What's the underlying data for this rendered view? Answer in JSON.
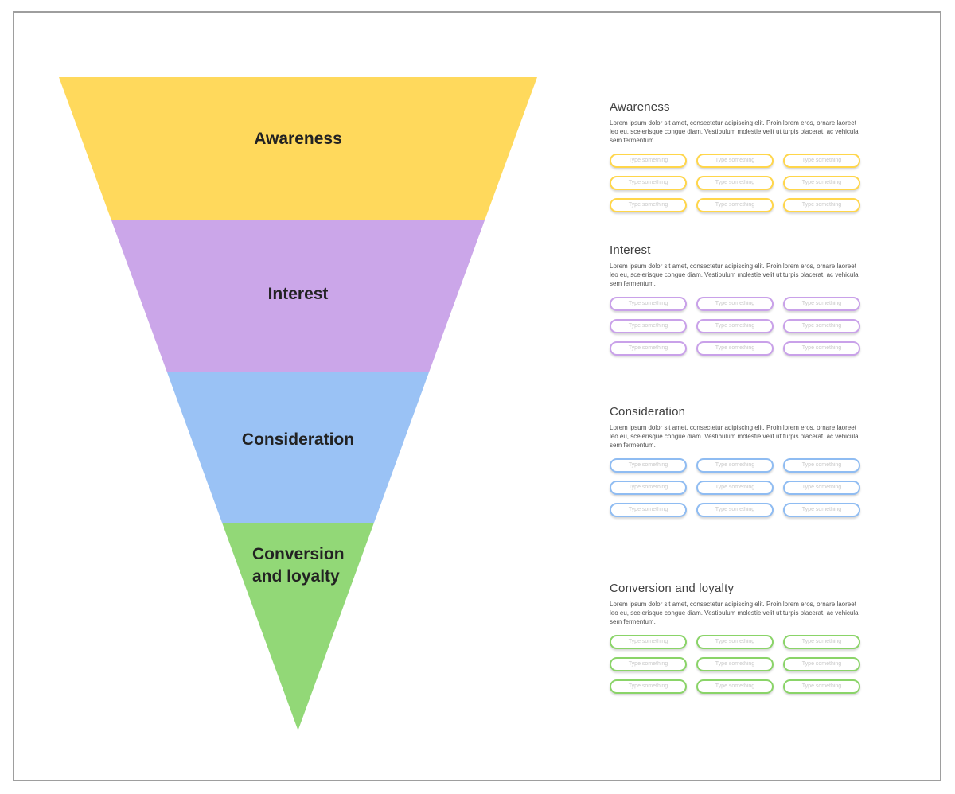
{
  "frame": {
    "border_color": "#9e9e9e"
  },
  "funnel": {
    "label_color": "#222222",
    "stages": [
      {
        "name": "awareness",
        "color": "#ffd95c",
        "lines": [
          "Awareness"
        ]
      },
      {
        "name": "interest",
        "color": "#cba6e9",
        "lines": [
          "Interest"
        ]
      },
      {
        "name": "consideration",
        "color": "#9ac2f5",
        "lines": [
          "Consideration"
        ]
      },
      {
        "name": "conversion-loyalty",
        "color": "#92d877",
        "lines": [
          "Conversion",
          "and loyalty"
        ]
      }
    ]
  },
  "sections": [
    {
      "title": "Awareness",
      "accent": "#ffd64a",
      "description": "Lorem ipsum dolor sit amet, consectetur adipiscing elit. Proin lorem eros, ornare laoreet leo eu, scelerisque congue diam. Vestibulum molestie velit ut turpis placerat, ac vehicula sem fermentum."
    },
    {
      "title": "Interest",
      "accent": "#c9a1e9",
      "description": "Lorem ipsum dolor sit amet, consectetur adipiscing elit. Proin lorem eros, ornare laoreet leo eu, scelerisque congue diam. Vestibulum molestie velit ut turpis placerat, ac vehicula sem fermentum."
    },
    {
      "title": "Consideration",
      "accent": "#8fbcf2",
      "description": "Lorem ipsum dolor sit amet, consectetur adipiscing elit. Proin lorem eros, ornare laoreet leo eu, scelerisque congue diam. Vestibulum molestie velit ut turpis placerat, ac vehicula sem fermentum."
    },
    {
      "title": "Conversion and loyalty",
      "accent": "#8ad468",
      "description": "Lorem ipsum dolor sit amet, consectetur adipiscing elit. Proin lorem eros, ornare laoreet leo eu, scelerisque congue diam. Vestibulum molestie velit ut turpis placerat, ac vehicula sem fermentum."
    }
  ],
  "input_placeholder": "Type something",
  "inputs_per_section": 9
}
